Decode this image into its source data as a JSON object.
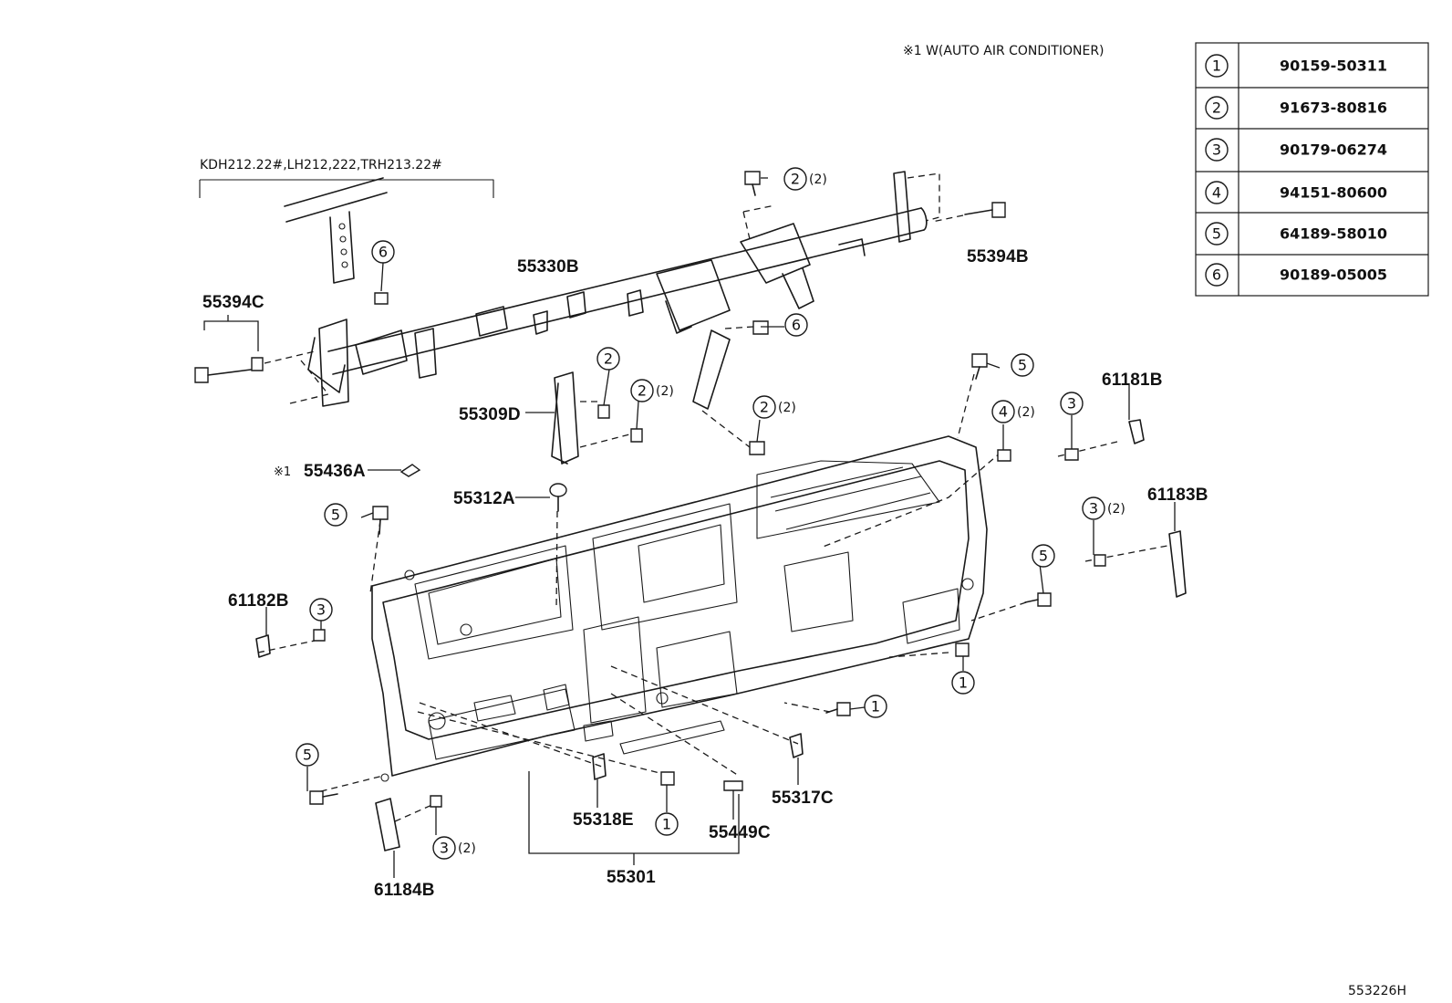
{
  "diagram": {
    "footnote": "※1 W(AUTO AIR CONDITIONER)",
    "variant_label": "KDH212.22#,LH212,222,TRH213.22#",
    "figure_code": "553226H",
    "part_labels": {
      "reinforcement": "55330B",
      "bolt_right": "55394B",
      "bolt_left": "55394C",
      "brace": "55309D",
      "clip_marker": "※1",
      "clip_555": "55436A",
      "clip_center": "55312A",
      "bracket_right_upper": "61181B",
      "bracket_right_lower": "61183B",
      "bracket_left_upper": "61182B",
      "bracket_left_lower": "61184B",
      "pad_right": "55317C",
      "clip_lower": "55318E",
      "pad_lower": "55449C",
      "panel": "55301"
    },
    "callouts": [
      {
        "num": "1",
        "qty": ""
      },
      {
        "num": "2",
        "qty": "(2)"
      },
      {
        "num": "3",
        "qty": "(2)"
      },
      {
        "num": "4",
        "qty": "(2)"
      },
      {
        "num": "5",
        "qty": ""
      },
      {
        "num": "6",
        "qty": ""
      }
    ],
    "fastener_table": [
      {
        "ref": "1",
        "part_no": "90159-50311"
      },
      {
        "ref": "2",
        "part_no": "91673-80816"
      },
      {
        "ref": "3",
        "part_no": "90179-06274"
      },
      {
        "ref": "4",
        "part_no": "94151-80600"
      },
      {
        "ref": "5",
        "part_no": "64189-58010"
      },
      {
        "ref": "6",
        "part_no": "90189-05005"
      }
    ]
  }
}
